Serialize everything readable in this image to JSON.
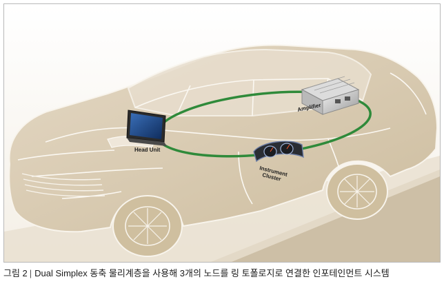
{
  "figure": {
    "labels": {
      "head_unit": "Head Unit",
      "amplifier": "Amplifier",
      "instrument_line1": "Instrument",
      "instrument_line2": "Cluster"
    },
    "colors": {
      "car_fill": "#d9cbb4",
      "car_outline": "#f6f1e8",
      "ring": "#2f8a3a",
      "floor": "#c9b99f"
    }
  },
  "caption": {
    "prefix": "그림 2",
    "text": "Dual Simplex 동축 물리계층을 사용해 3개의 노드를 링 토폴로지로 연결한 인포테인먼트 시스템"
  }
}
